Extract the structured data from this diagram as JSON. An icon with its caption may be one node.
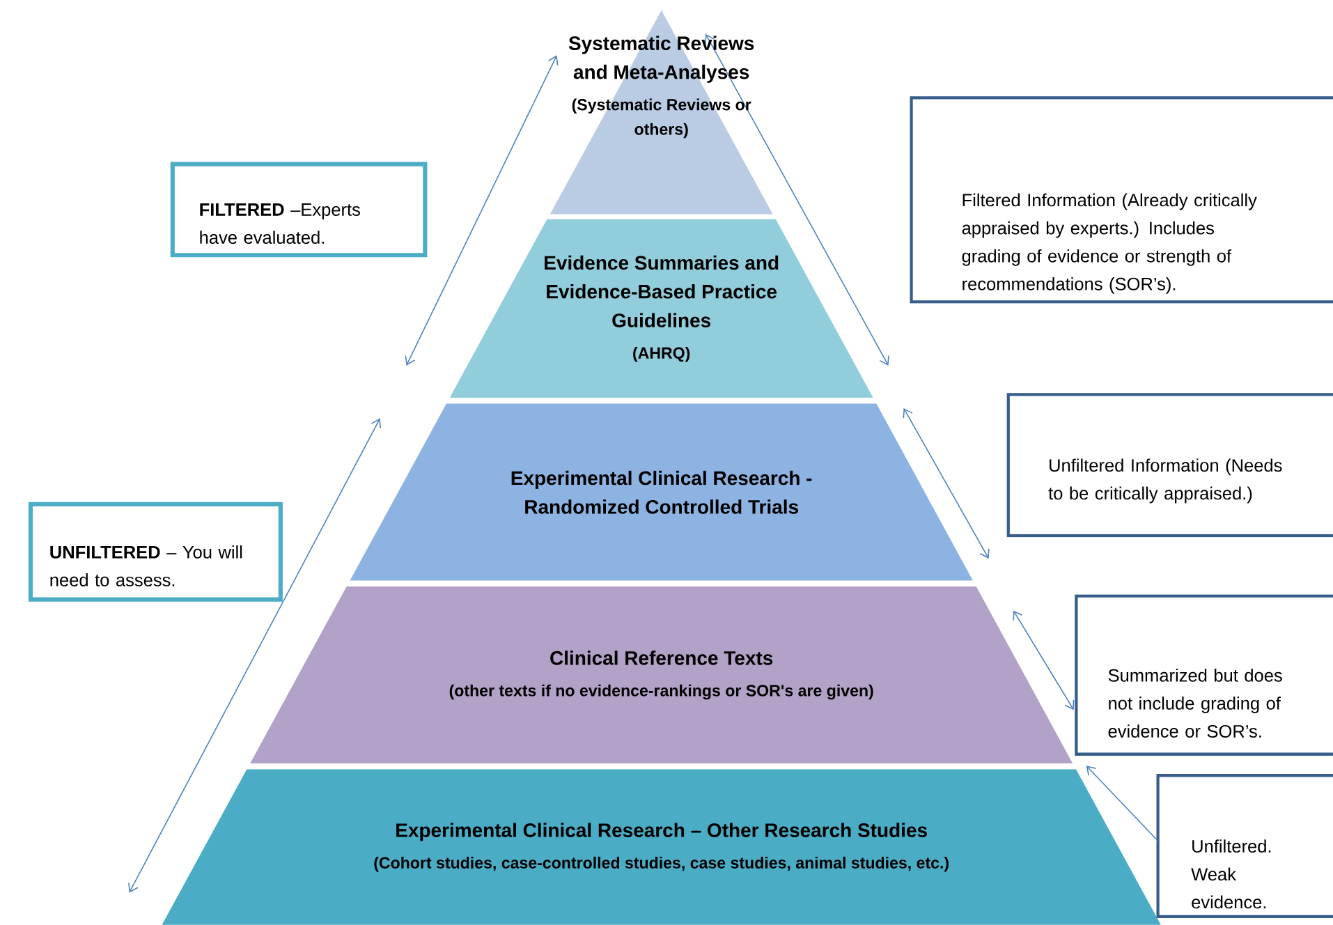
{
  "diagram": {
    "nodes": [
      {
        "text": [
          "Systematic Reviews and Meta-Analyses",
          "(Systematic Reviews or others)"
        ]
      },
      {
        "text": [
          "Evidence Summaries and Evidence-Based Practice Guidelines",
          "(AHRQ)"
        ]
      },
      {
        "text": [
          "Experimental Clinical Research - Randomized Controlled Trials"
        ]
      },
      {
        "text": [
          "Clinical Reference Texts",
          "(other texts if no evidence-rankings or SOR's are given)"
        ]
      },
      {
        "text": [
          "Experimental Clinical Research – Other Research Studies",
          "(Cohort studies, case-controlled studies, case studies, animal studies, etc.)"
        ]
      },
      {
        "text": [
          "**FILTERED** –Experts have evaluated."
        ]
      },
      {
        "text": [
          "**UNFILTERED** – You will need to assess."
        ]
      },
      {
        "text": [
          "Filtered Information (Already critically appraised by experts.) Includes grading of evidence or strength of recommendations (SOR’s)."
        ]
      },
      {
        "text": [
          "Unfiltered Information (Needs to be critically appraised.)"
        ]
      },
      {
        "text": [
          "Summarized but does not include grading of evidence or SOR’s."
        ]
      },
      {
        "text": [
          "Unfiltered. Weak evidence."
        ]
      }
    ],
    "edges": [
      {
        "from": 10,
        "to": 4,
        "arrow": "to"
      }
    ]
  }
}
